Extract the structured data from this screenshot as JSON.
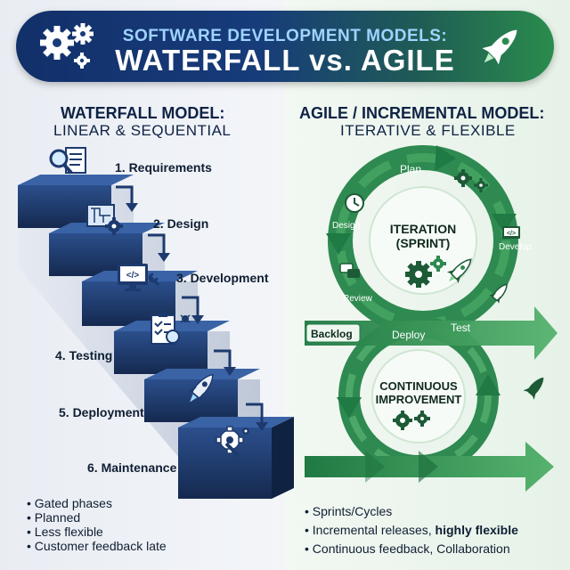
{
  "header": {
    "subtitle": "SOFTWARE DEVELOPMENT MODELS:",
    "title": "WATERFALL vs. AGILE"
  },
  "waterfall": {
    "title": "WATERFALL MODEL:",
    "subtitle": "LINEAR & SEQUENTIAL",
    "steps": [
      "1. Requirements",
      "2. Design",
      "3. Development",
      "4. Testing",
      "5. Deployment",
      "6. Maintenance"
    ],
    "bullets": [
      "Gated phases",
      "Planned",
      "Less flexible",
      "Customer feedback late"
    ]
  },
  "agile": {
    "title": "AGILE / INCREMENTAL MODEL:",
    "subtitle": "ITERATIVE & FLEXIBLE",
    "loop_top": {
      "line1": "ITERATION",
      "line2": "(SPRINT)"
    },
    "loop_bottom": {
      "line1": "CONTINUOUS",
      "line2": "IMPROVEMENT"
    },
    "labels": {
      "plan": "Plan",
      "design": "Design",
      "develop": "Develop",
      "review": "Review",
      "backlog": "Backlog",
      "deploy": "Deploy",
      "test": "Test"
    },
    "bullets": [
      {
        "text": "Sprints/Cycles",
        "bold": ""
      },
      {
        "text": "Incremental releases, ",
        "bold": "highly flexible"
      },
      {
        "text": "Continuous feedback, Collaboration",
        "bold": ""
      }
    ]
  },
  "colors": {
    "navy": "#12306a",
    "blue_accent": "#9fd4ff",
    "green": "#2a8c4c",
    "stair": "#1b3563"
  }
}
